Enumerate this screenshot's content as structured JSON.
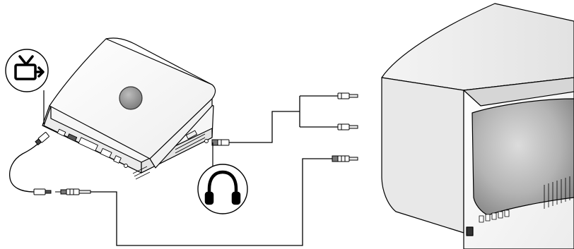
{
  "diagram": {
    "subject": "laptop-to-tv-av-connection",
    "callouts": [
      {
        "icon": "tv-out-icon"
      },
      {
        "icon": "headphones-icon"
      }
    ],
    "cables": [
      {
        "name": "s-video-composite-cable"
      },
      {
        "name": "audio-y-cable"
      },
      {
        "name": "composite-video-cable"
      }
    ]
  }
}
